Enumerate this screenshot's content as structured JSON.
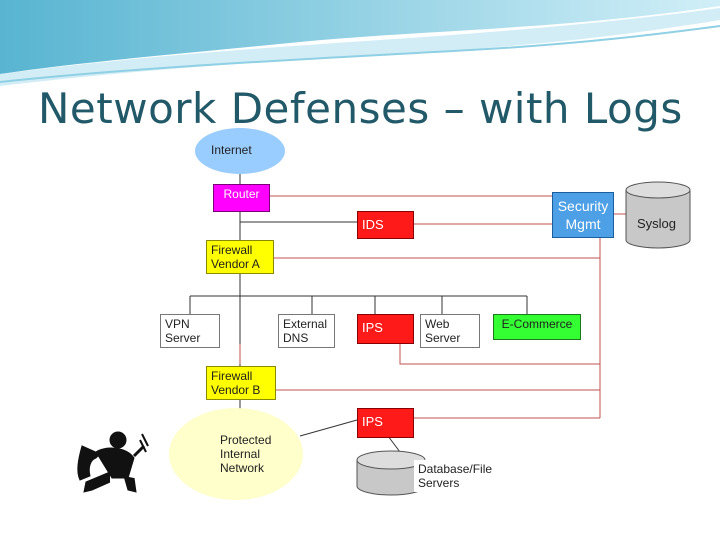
{
  "slide": {
    "title": "Network Defenses – with Logs"
  },
  "diagram": {
    "internet": "Internet",
    "router": "Router",
    "security_mgmt_line1": "Security",
    "security_mgmt_line2": "Mgmt",
    "syslog": "Syslog",
    "ids": "IDS",
    "firewall_a_line1": "Firewall",
    "firewall_a_line2": "Vendor A",
    "vpn_line1": "VPN",
    "vpn_line2": "Server",
    "ext_dns_line1": "External",
    "ext_dns_line2": "DNS",
    "ips_top": "IPS",
    "web_line1": "Web",
    "web_line2": "Server",
    "ecommerce": "E-Commerce",
    "firewall_b_line1": "Firewall",
    "firewall_b_line2": "Vendor B",
    "ips_bottom": "IPS",
    "protected_line1": "Protected",
    "protected_line2": "Internal",
    "protected_line3": "Network",
    "db_line1": "Database/File",
    "db_line2": "Servers"
  },
  "colors": {
    "title": "#215968",
    "red_node": "#ff1a1a",
    "log_line": "#c0504d",
    "ellipse_blue": "#99ccff",
    "ellipse_yellow": "#ffffcc",
    "magenta": "#ff00ff",
    "green": "#33ff33"
  },
  "icons": {
    "thief": "burglar-clipart-icon",
    "syslog": "database-cylinder-icon",
    "db": "database-cylinder-icon"
  }
}
